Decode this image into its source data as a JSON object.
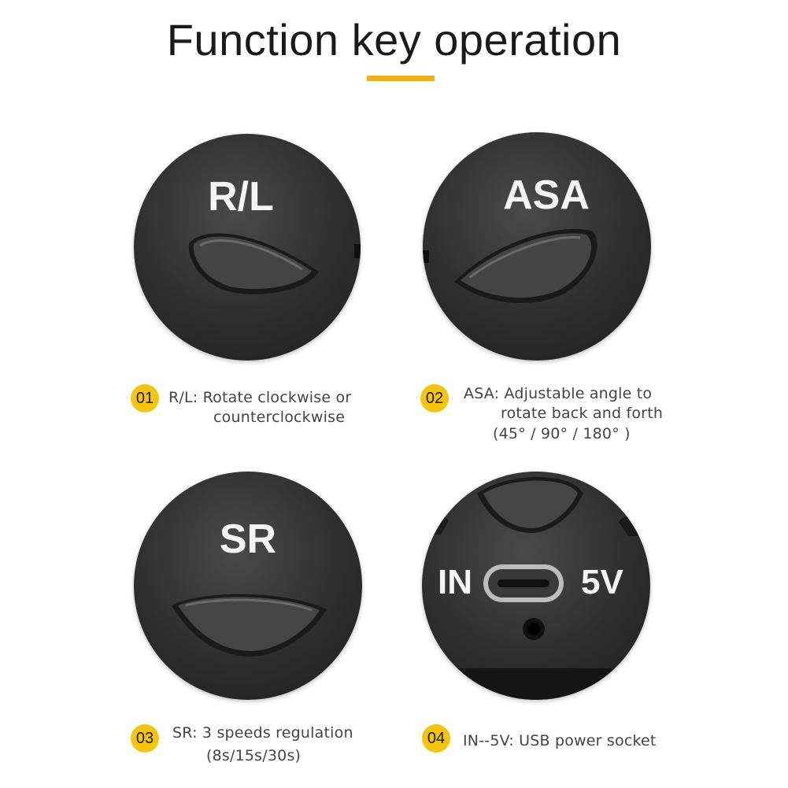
{
  "header": {
    "title": "Function key operation",
    "accent_color": "#f2b01e"
  },
  "keys": [
    {
      "label": "R/L",
      "number": "01",
      "lines": [
        "R/L: Rotate clockwise or",
        "counterclockwise"
      ]
    },
    {
      "label": "ASA",
      "number": "02",
      "lines": [
        "ASA: Adjustable angle to",
        "rotate back and forth",
        "(45° / 90° / 180° )"
      ]
    },
    {
      "label": "SR",
      "number": "03",
      "lines": [
        "SR: 3 speeds regulation",
        "(8s/15s/30s)"
      ]
    },
    {
      "label_left": "IN",
      "label_right": "5V",
      "number": "04",
      "lines": [
        "IN--5V: USB power socket"
      ]
    }
  ],
  "badge_color": "#f5c40f"
}
